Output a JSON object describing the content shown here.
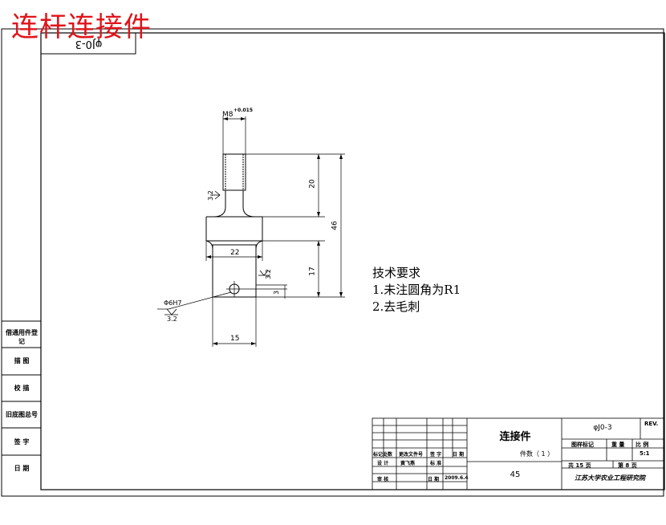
{
  "header": {
    "title": "连杆连接件",
    "drawing_code_mirrored": "φJ0-3"
  },
  "dimensions": {
    "thread_spec": "M8",
    "thread_tol": "+0.015",
    "thread_length": "20",
    "total_length": "46",
    "base_height": "17",
    "shoulder_width": "22",
    "base_width": "15",
    "hole_offset": "3",
    "hole_label": "Φ6H7",
    "roughness_thread": "3.2",
    "roughness_base": "3.2",
    "roughness_hole": "3.2"
  },
  "tech_requirements": {
    "heading": "技术要求",
    "items": [
      "1.未注圆角为R1",
      "2.去毛刺"
    ]
  },
  "side_panel": {
    "labels": [
      "借通用件登记",
      "描  图",
      "校  描",
      "旧底图总号",
      "签  字",
      "日  期"
    ]
  },
  "title_block": {
    "part_name": "连接件",
    "part_count": "件数（ 1 ）",
    "material": "45",
    "drawing_code": "φJ0-3",
    "rev": "REV.",
    "stage_label": "图样标记",
    "weight_label": "重  量",
    "scale_label": "比  例",
    "scale_value": "5:1",
    "sheets": "共  15  页",
    "sheet_no": "第  8  页",
    "company": "江苏大学农业工程研究院",
    "rev_row": [
      "标记处数",
      "更改文件号",
      "签  字",
      "日  期"
    ],
    "design_label": "设  计",
    "designer": "黄飞燕",
    "std_label": "标  准",
    "review_label": "审  核",
    "date_label": "日  期",
    "date_value": "2009.6.4"
  }
}
